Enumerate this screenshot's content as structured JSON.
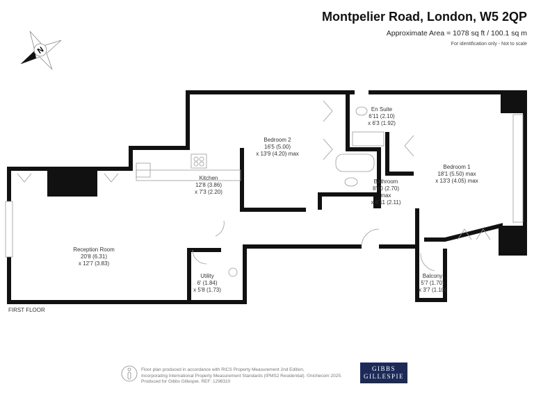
{
  "header": {
    "title": "Montpelier Road, London, W5 2QP",
    "area": "Approximate Area = 1078 sq ft / 100.1 sq m",
    "note": "For identification only - Not to scale"
  },
  "compass": {
    "label": "N"
  },
  "rooms": [
    {
      "name": "Reception Room",
      "dim1": "20'8 (6.31)",
      "dim2": "x 12'7 (3.83)"
    },
    {
      "name": "Kitchen",
      "dim1": "12'8 (3.86)",
      "dim2": "x 7'3 (2.20)"
    },
    {
      "name": "Bedroom 2",
      "dim1": "16'5 (5.00)",
      "dim2": "x 13'9 (4.20) max"
    },
    {
      "name": "En Suite",
      "dim1": "6'11 (2.10)",
      "dim2": "x 6'3 (1.92)"
    },
    {
      "name": "Bathroom",
      "dim1": "8'10 (2.70)",
      "dim2": "max",
      "dim3": "x 6'11 (2.11)"
    },
    {
      "name": "Bedroom 1",
      "dim1": "18'1 (5.50) max",
      "dim2": "x 13'3 (4.05) max"
    },
    {
      "name": "Utility",
      "dim1": "6' (1.84)",
      "dim2": "x 5'8 (1.73)"
    },
    {
      "name": "Balcony",
      "dim1": "5'7 (1.70)",
      "dim2": "x 3'7 (1.10)"
    }
  ],
  "floor_label": "FIRST FLOOR",
  "footer": {
    "line1": "Floor plan produced in accordance with RICS Property Measurement 2nd Edition,",
    "line2": "Incorporating International Property Measurement Standards (IPMS2 Residential).  ©nichecom 2025.",
    "line3": "Produced for Gibbs Gillespie.   REF: 1298310",
    "logo_line1": "GIBBS",
    "logo_line2": "GILLESPIE"
  },
  "colors": {
    "wall": "#111111",
    "logo_bg": "#1d2a58",
    "fixture": "#999999"
  }
}
